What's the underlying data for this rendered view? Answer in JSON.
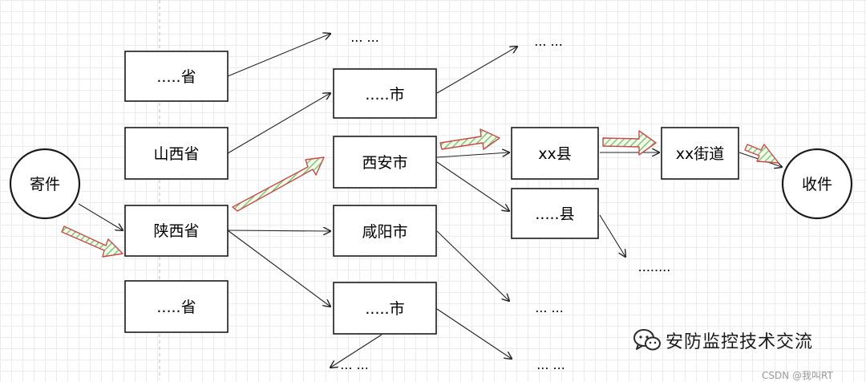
{
  "nodes": {
    "sender": "寄件",
    "receiver": "收件",
    "province_top": ".....省",
    "province_shanxi": "山西省",
    "province_shaanxi": "陕西省",
    "province_bottom": ".....省",
    "city_top": ".....市",
    "city_xian": "西安市",
    "city_xianyang": "咸阳市",
    "city_bottom": ".....市",
    "county_xx": "xx县",
    "county_other": ".....县",
    "street_xx": "xx街道"
  },
  "ellipses": {
    "top_mid": "... ...",
    "top_right": "... ...",
    "mid_right": "........",
    "lower_right": "... ...",
    "bottom_mid": "... ...",
    "bottom_right": "... ..."
  },
  "watermark": {
    "text": "安防监控技术交流",
    "sub": "CSDN @我叫RT"
  },
  "colors": {
    "hatch_fill": "#7ec96e",
    "hatch_stroke": "#c94a4a",
    "line": "#222222"
  }
}
